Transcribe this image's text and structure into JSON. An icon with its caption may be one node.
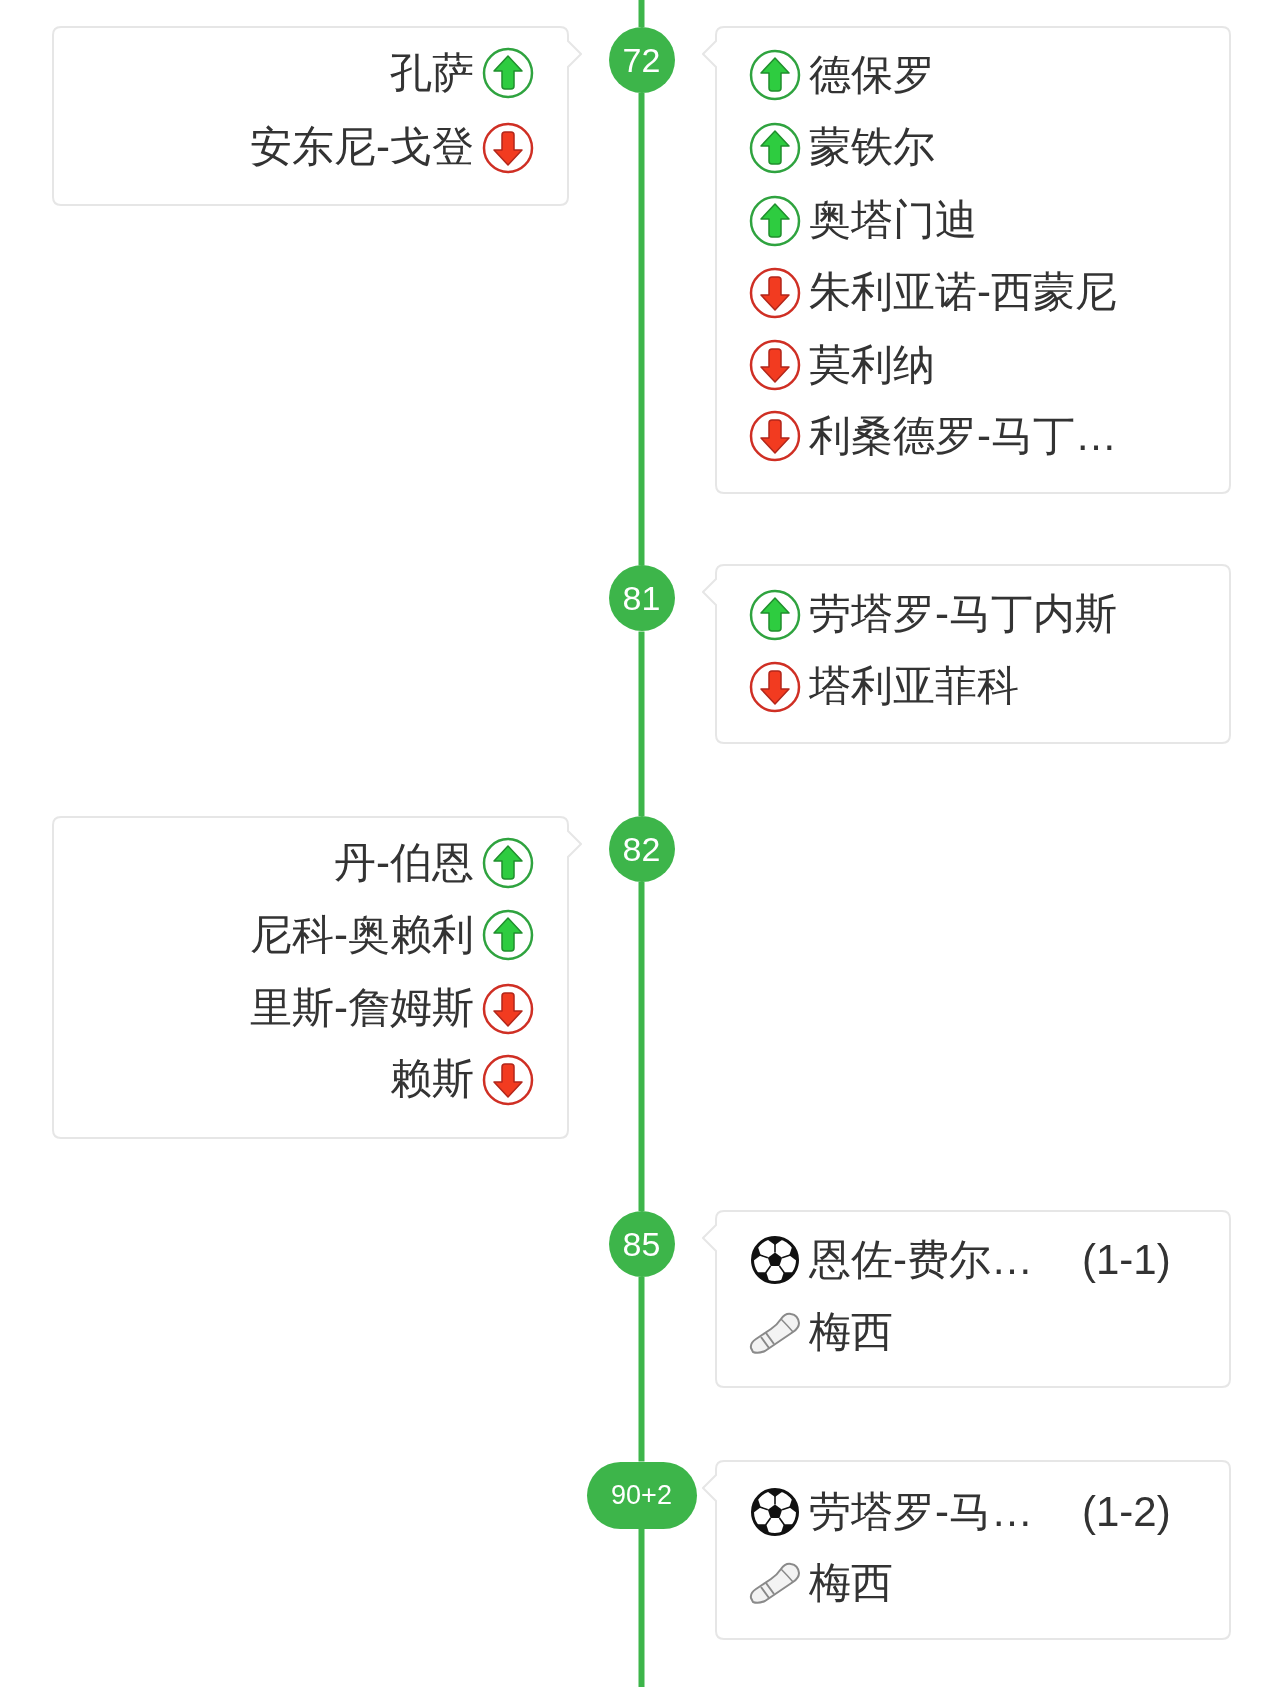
{
  "diagram": {
    "nodes": [
      {
        "text": [
          "孔萨",
          "安东尼-戈登"
        ]
      },
      {
        "text": [
          "72"
        ]
      },
      {
        "text": [
          "德保罗",
          "蒙铁尔",
          "奥塔门迪",
          "朱利亚诺-西蒙尼",
          "莫利纳",
          "利桑德罗-马丁…"
        ]
      },
      {
        "text": [
          "81"
        ]
      },
      {
        "text": [
          "劳塔罗-马丁内斯",
          "塔利亚菲科"
        ]
      },
      {
        "text": [
          "丹-伯恩",
          "尼科-奥赖利",
          "里斯-詹姆斯",
          "赖斯"
        ]
      },
      {
        "text": [
          "82"
        ]
      },
      {
        "text": [
          "85"
        ]
      },
      {
        "text": [
          "恩佐-费尔…",
          "(1-1)",
          "梅西"
        ]
      },
      {
        "text": [
          "90+2"
        ]
      },
      {
        "text": [
          "劳塔罗-马…",
          "(1-2)",
          "梅西"
        ]
      }
    ],
    "edges": [
      {
        "from": null,
        "to": 1,
        "arrow": "none"
      },
      {
        "from": 1,
        "to": 3,
        "arrow": "none"
      },
      {
        "from": 3,
        "to": 6,
        "arrow": "none"
      },
      {
        "from": 6,
        "to": 7,
        "arrow": "none"
      },
      {
        "from": 7,
        "to": 9,
        "arrow": "none"
      },
      {
        "from": 9,
        "to": null,
        "arrow": "none"
      }
    ]
  }
}
